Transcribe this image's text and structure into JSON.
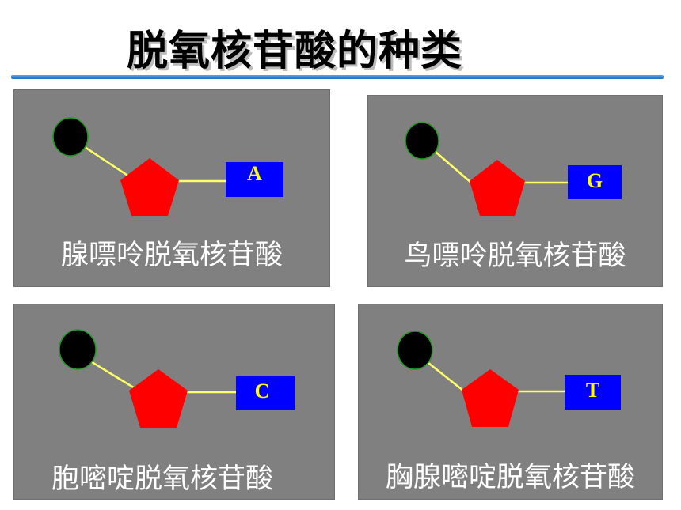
{
  "title": "脱氧核苷酸的种类",
  "colors": {
    "panel": "#808080",
    "phosphate": "#000000",
    "phosphate_outline": "#1f9a1f",
    "sugar": "#ff0000",
    "base": "#0000ff",
    "bond": "#ffff66",
    "base_letter": "#ffff00",
    "label": "#ffffff",
    "title_rule": "#2a7fd6"
  },
  "panels": [
    {
      "base": "A",
      "label": "腺嘌呤脱氧核苷酸"
    },
    {
      "base": "G",
      "label": "鸟嘌呤脱氧核苷酸"
    },
    {
      "base": "C",
      "label": "胞嘧啶脱氧核苷酸"
    },
    {
      "base": "T",
      "label": "胸腺嘧啶脱氧核苷酸"
    }
  ]
}
